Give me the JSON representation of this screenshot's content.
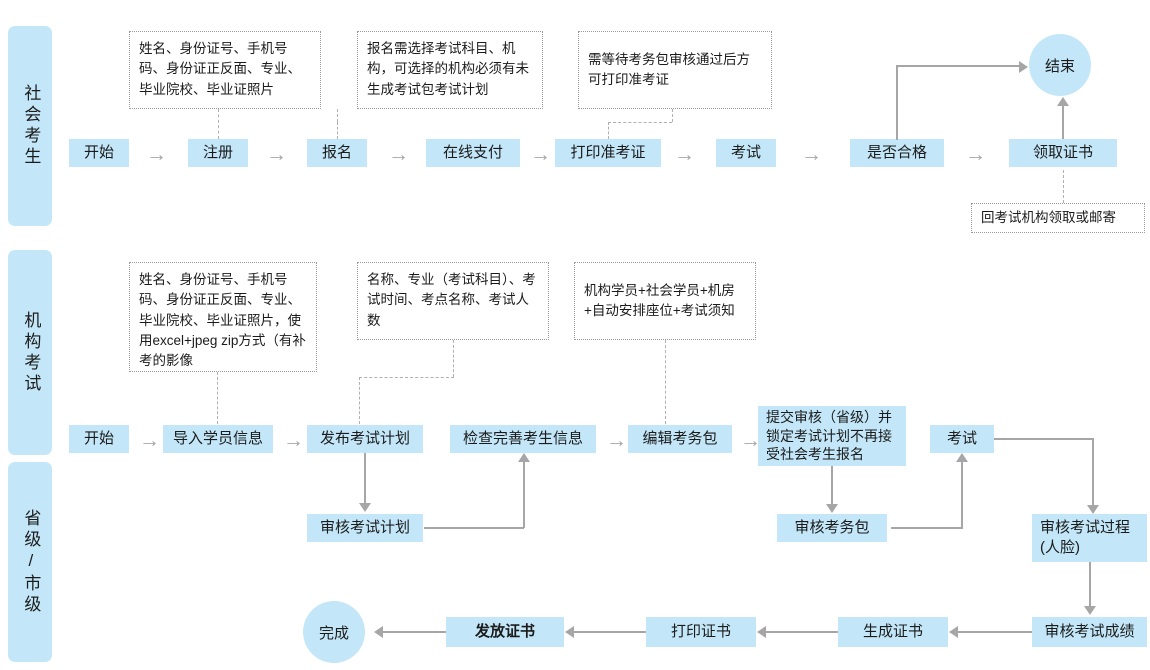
{
  "lanes": [
    {
      "id": "lane-social",
      "label": "社会考生"
    },
    {
      "id": "lane-org",
      "label": "机构考试"
    },
    {
      "id": "lane-province",
      "label": "省级/市级"
    }
  ],
  "arrow_glyph": "→",
  "colors": {
    "node_fill": "#c3e7f8",
    "connector": "#a6a6a6",
    "note_border": "#9a9a9a",
    "text": "#1b1b1b"
  },
  "rows": {
    "social": {
      "nodes": [
        {
          "id": "start-1",
          "label": "开始"
        },
        {
          "id": "register",
          "label": "注册"
        },
        {
          "id": "signup",
          "label": "报名"
        },
        {
          "id": "online-pay",
          "label": "在线支付"
        },
        {
          "id": "print-admission",
          "label": "打印准考证"
        },
        {
          "id": "exam-1",
          "label": "考试"
        },
        {
          "id": "is-pass",
          "label": "是否合格"
        },
        {
          "id": "get-certificate",
          "label": "领取证书"
        },
        {
          "id": "end-1",
          "label": "结束"
        }
      ],
      "notes": [
        {
          "id": "note-register-fields",
          "text": "姓名、身份证号、手机号码、身份证正反面、专业、毕业院校、毕业证照片"
        },
        {
          "id": "note-signup-rule",
          "text": "报名需选择考试科目、机构，可选择的机构必须有未生成考试包考试计划"
        },
        {
          "id": "note-admission-rule",
          "text": "需等待考务包审核通过后方可打印准考证"
        },
        {
          "id": "note-certificate-pickup",
          "text": "回考试机构领取或邮寄"
        }
      ]
    },
    "org": {
      "nodes": [
        {
          "id": "start-2",
          "label": "开始"
        },
        {
          "id": "import-students",
          "label": "导入学员信息"
        },
        {
          "id": "publish-plan",
          "label": "发布考试计划"
        },
        {
          "id": "check-candidates",
          "label": "检查完善考生信息"
        },
        {
          "id": "edit-exam-pack",
          "label": "编辑考务包"
        },
        {
          "id": "submit-review-lock",
          "label": "提交审核（省级）并锁定考试计划不再接受社会考生报名"
        },
        {
          "id": "exam-2",
          "label": "考试"
        }
      ],
      "notes": [
        {
          "id": "note-import-fields",
          "text": "姓名、身份证号、手机号码、身份证正反面、专业、毕业院校、毕业证照片，使用excel+jpeg zip方式（有补考的影像"
        },
        {
          "id": "note-plan-fields",
          "text": "名称、专业（考试科目）、考试时间、考点名称、考试人数"
        },
        {
          "id": "note-pack-fields",
          "text": "机构学员+社会学员+机房+自动安排座位+考试须知"
        }
      ]
    },
    "province": {
      "nodes": [
        {
          "id": "review-plan",
          "label": "审核考试计划"
        },
        {
          "id": "review-exam-pack",
          "label": "审核考务包"
        },
        {
          "id": "review-exam-process",
          "label": "审核考试过程(人脸)"
        },
        {
          "id": "review-exam-score",
          "label": "审核考试成绩"
        },
        {
          "id": "generate-certificate",
          "label": "生成证书"
        },
        {
          "id": "print-certificate",
          "label": "打印证书"
        },
        {
          "id": "issue-certificate",
          "label": "发放证书"
        },
        {
          "id": "finish",
          "label": "完成"
        }
      ]
    }
  }
}
